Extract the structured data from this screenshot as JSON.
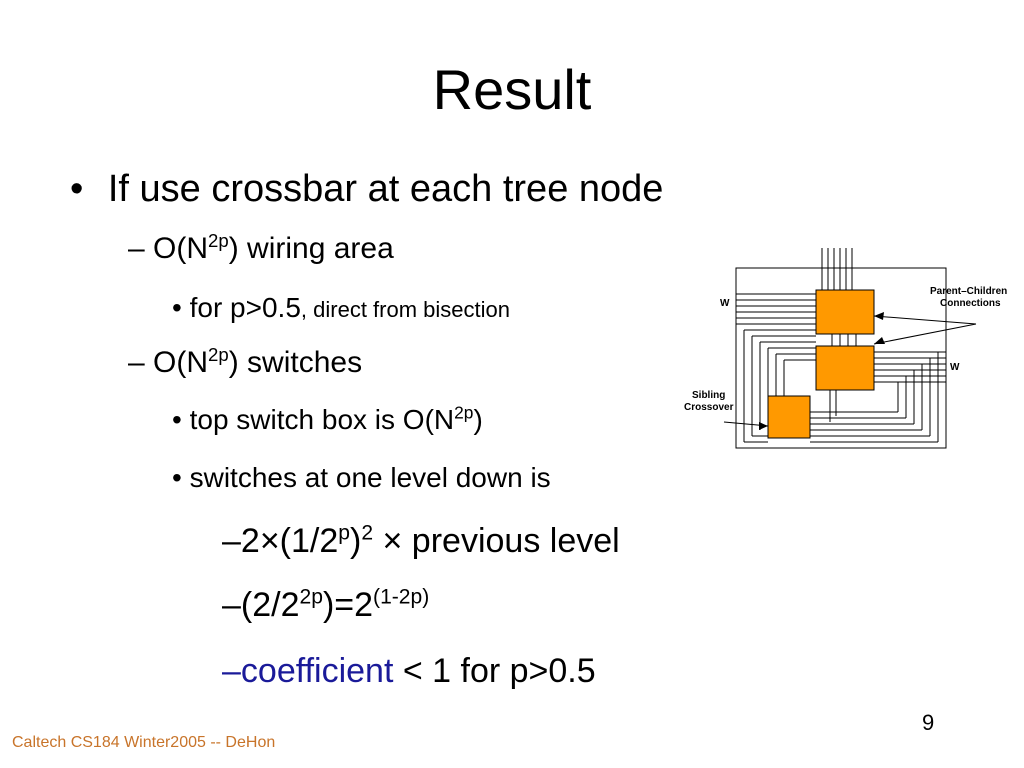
{
  "title": "Result",
  "bullets": {
    "b1": "If use crossbar at each tree node",
    "b2a": "O(N",
    "b2sup": "2p",
    "b2b": ") wiring area",
    "b3a": "for p>0.5",
    "b3b": ", direct from bisection",
    "b4a": "O(N",
    "b4sup": "2p",
    "b4b": ") switches",
    "b5a": "top switch box is O(N",
    "b5sup": "2p",
    "b5b": ")",
    "b6": "switches at one level down is",
    "b7a": "–2×(1/2",
    "b7sup1": "p",
    "b7b": ")",
    "b7sup2": "2",
    "b7c": " × previous level",
    "b8a": "–(2/2",
    "b8sup1": "2p",
    "b8b": ")=2",
    "b8sup2": "(1-2p)",
    "b9dash": "–",
    "b9word": "coefficient",
    "b9rest": " < 1 for p>0.5"
  },
  "diagram": {
    "label_w_left": "W",
    "label_w_right": "W",
    "label_parent_1": "Parent–Children",
    "label_parent_2": "Connections",
    "label_sibling_1": "Sibling",
    "label_sibling_2": "Crossover",
    "box_color": "#ff9900"
  },
  "footer": "Caltech CS184 Winter2005 -- DeHon",
  "page_number": "9"
}
